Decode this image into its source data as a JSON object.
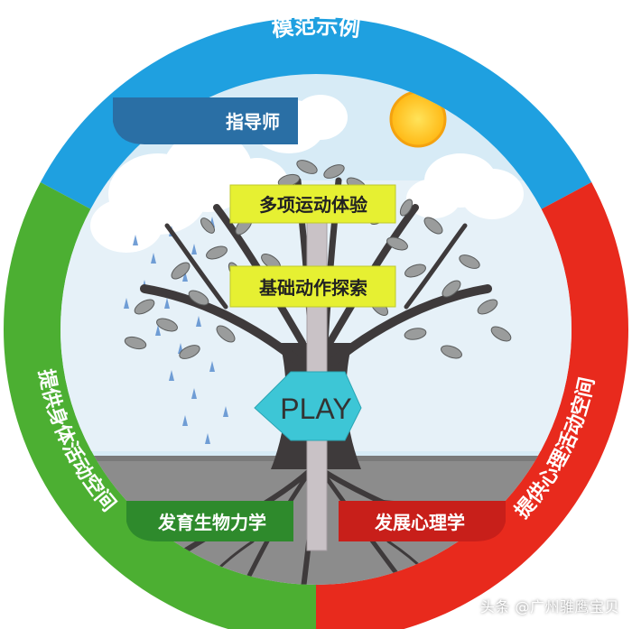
{
  "ring": {
    "top": "模范示例",
    "left": "提供身体活动空间",
    "right": "提供心理活动空间"
  },
  "labels": {
    "mentor": "指导师",
    "sports": "多项运动体验",
    "basic": "基础动作探索",
    "play": "PLAY",
    "bio": "发育生物力学",
    "psych": "发展心理学"
  },
  "watermark": "头条 @广州骓鹰宝贝",
  "colors": {
    "ring_blue": "#1fa0e0",
    "ring_green": "#4caf32",
    "ring_red": "#e82a1d",
    "sky": "#d7ebf6",
    "ground": "#8c8c8c",
    "trunk": "#3e3a3b",
    "label_yellow": "#e6f032",
    "mentor_blue": "#2a6fa5",
    "play_teal": "#3dc6d6",
    "bio_green": "#2e8a2c",
    "psych_red": "#c81f1a",
    "sun": "#ffc81e",
    "rain": "#5b8fd0"
  }
}
